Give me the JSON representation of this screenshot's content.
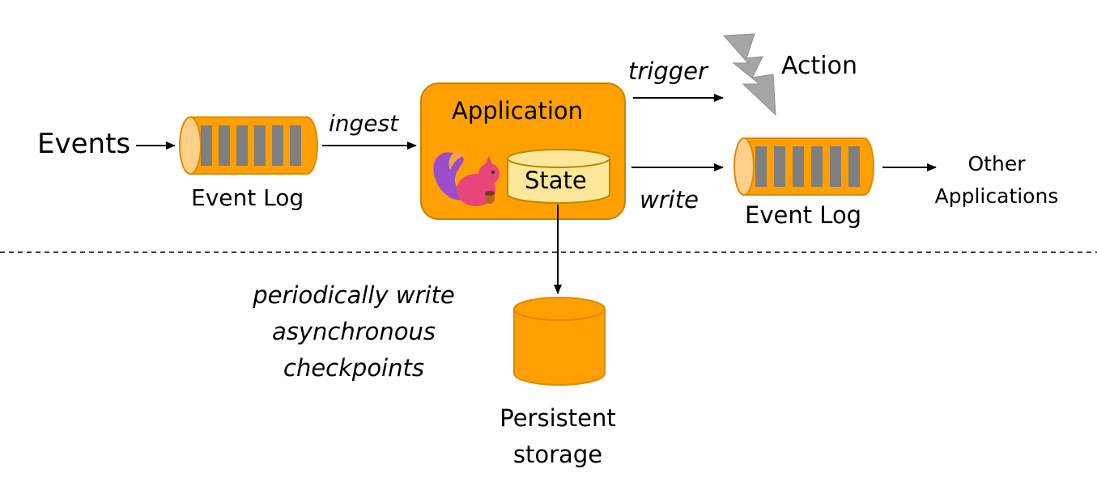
{
  "events_label": "Events",
  "event_log_left_label": "Event Log",
  "ingest_label": "ingest",
  "application_label": "Application",
  "state_label": "State",
  "trigger_label": "trigger",
  "action_label": "Action",
  "write_label": "write",
  "event_log_right_label": "Event Log",
  "other_apps_line1": "Other",
  "other_apps_line2": "Applications",
  "checkpoint_line1": "periodically write",
  "checkpoint_line2": "asynchronous",
  "checkpoint_line3": "checkpoints",
  "storage_line1": "Persistent",
  "storage_line2": "storage",
  "colors": {
    "orange": "#FFA000",
    "state_fill": "#FCE79A",
    "log_end": "#FFD08A",
    "segment_gray": "#7F7F7F",
    "lightning_gray": "#A6A6A6",
    "squirrel_pink": "#E8457A",
    "squirrel_purple": "#9B4DCA"
  },
  "icons": {
    "lightning": "lightning-icon",
    "mascot": "squirrel-mascot-icon"
  }
}
